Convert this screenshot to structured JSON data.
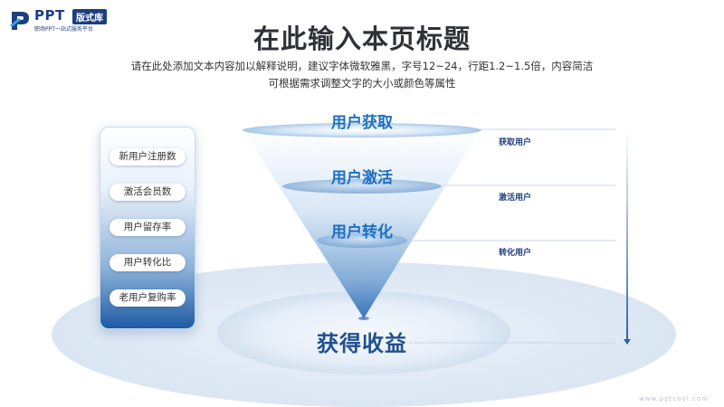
{
  "logo": {
    "brand": "PPT",
    "badge": "版式库",
    "tagline": "职场PPT一站式服务平台"
  },
  "header": {
    "title": "在此输入本页标题",
    "desc_line1": "请在此处添加文本内容加以解释说明，建议字体微软雅黑，字号12~24，行距1.2~1.5倍，内容简洁",
    "desc_line2": "可根据需求调整文字的大小或颜色等属性"
  },
  "panel": {
    "items": [
      "新用户注册数",
      "激活会员数",
      "用户留存率",
      "用户转化比",
      "老用户复购率"
    ]
  },
  "funnel": {
    "stages": [
      "用户获取",
      "用户激活",
      "用户转化"
    ],
    "result": "获得收益"
  },
  "right_labels": [
    "获取用户",
    "激活用户",
    "转化用户"
  ],
  "watermark": "www.pptcool.com",
  "colors": {
    "accent": "#1d6fc1",
    "dark_blue": "#1d3f80",
    "title": "#2f3138"
  }
}
